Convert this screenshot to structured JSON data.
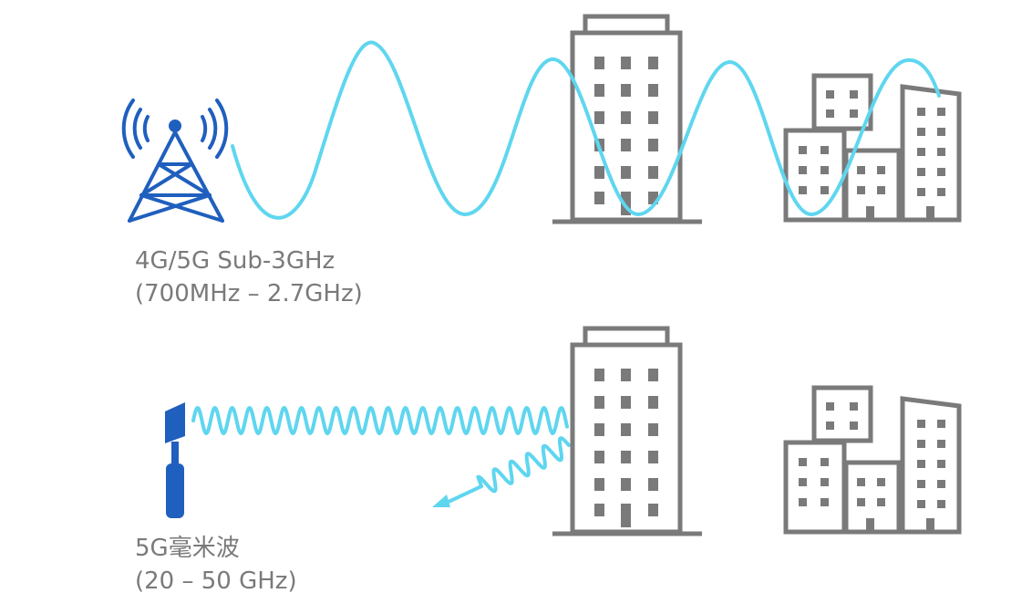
{
  "colors": {
    "wave": "#5fd6ef",
    "antenna": "#1f5fbe",
    "building": "#7a7a7a",
    "text": "#7a7a7a",
    "background": "#ffffff"
  },
  "rows": {
    "sub3ghz": {
      "label_line1": "4G/5G Sub-3GHz",
      "label_line2": "(700MHz – 2.7GHz)",
      "icon": "cell-tower-icon"
    },
    "mmwave": {
      "label_line1": "5G毫米波",
      "label_line2": "(20 – 50 GHz)",
      "icon": "mmwave-antenna-icon"
    }
  }
}
